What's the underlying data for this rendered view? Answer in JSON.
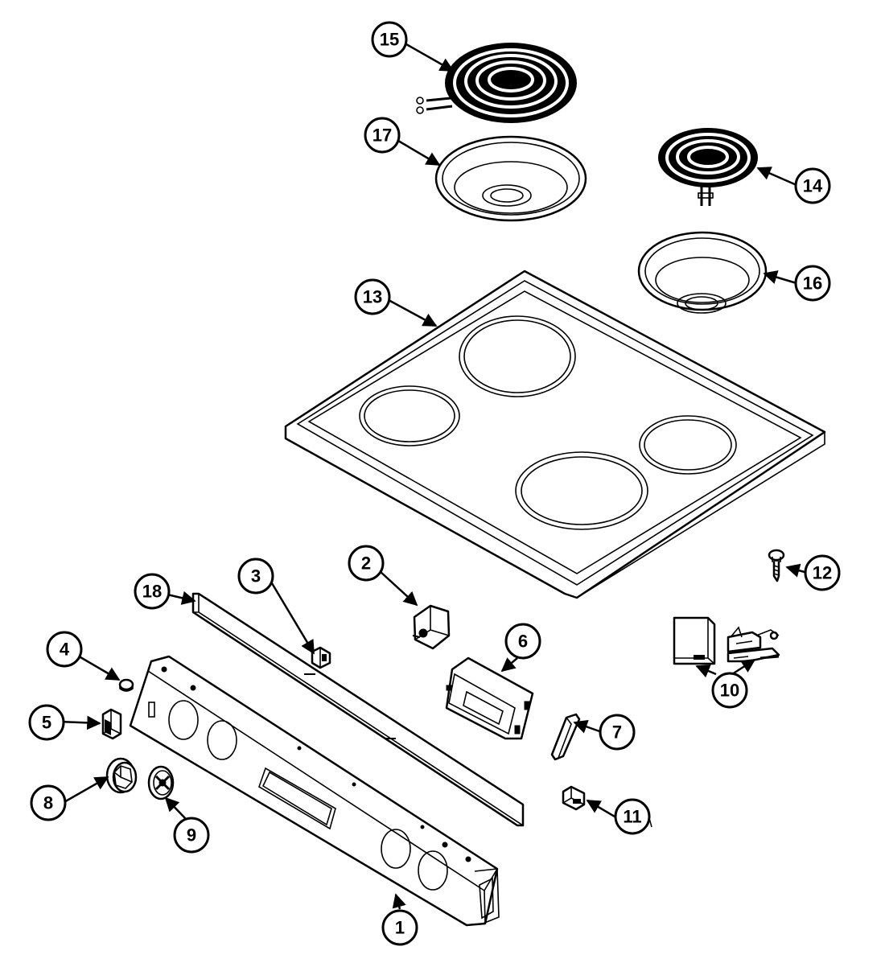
{
  "diagram": {
    "callouts": [
      "1",
      "2",
      "3",
      "4",
      "5",
      "6",
      "7",
      "8",
      "9",
      "10",
      "11",
      "12",
      "13",
      "14",
      "15",
      "16",
      "17",
      "18"
    ]
  },
  "colors": {
    "ink": "#000000",
    "paper": "#ffffff"
  }
}
